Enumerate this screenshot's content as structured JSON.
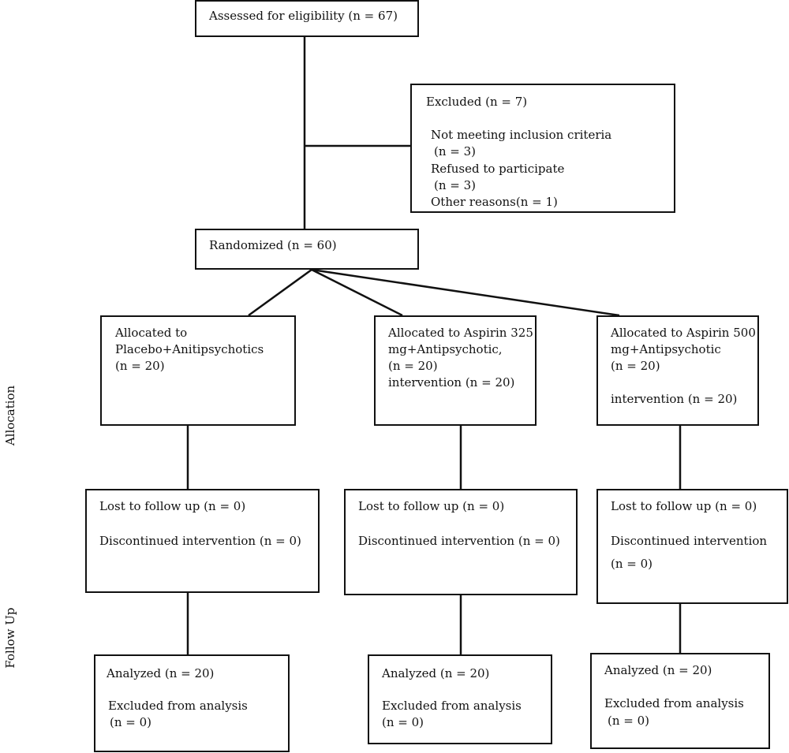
{
  "side_labels": {
    "allocation": "Allocation",
    "follow_up": "Follow Up"
  },
  "enrollment": {
    "assessed": "Assessed for eligibility (n = 67)",
    "excluded_title": "Excluded (n = 7)",
    "excluded_lines": [
      "Not meeting inclusion criteria",
      "(n = 3)",
      "Refused to participate",
      "(n = 3)",
      "Other reasons(n = 1)"
    ],
    "randomized": "Randomized (n = 60)"
  },
  "allocation": [
    {
      "lines": [
        "Allocated to",
        "Placebo+Anitipsychotics",
        "(n = 20)"
      ]
    },
    {
      "lines": [
        "Allocated to Aspirin 325",
        "mg+Antipsychotic,",
        "(n = 20)",
        "intervention (n = 20)"
      ]
    },
    {
      "lines": [
        "Allocated to Aspirin 500",
        "mg+Antipsychotic",
        "(n = 20)",
        "intervention (n = 20)"
      ]
    }
  ],
  "follow_up": [
    {
      "lost": "Lost to follow up  (n = 0)",
      "discontinued": "Discontinued intervention (n = 0)",
      "discontinued_n": ""
    },
    {
      "lost": "Lost to follow up (n = 0)",
      "discontinued": "Discontinued intervention (n = 0)",
      "discontinued_n": ""
    },
    {
      "lost": "Lost to follow up (n = 0)",
      "discontinued": "Discontinued intervention",
      "discontinued_n": "(n = 0)"
    }
  ],
  "analysis": [
    {
      "analyzed": "Analyzed (n = 20)",
      "excluded": "Excluded from analysis",
      "excluded_n": "(n = 0)"
    },
    {
      "analyzed": "Analyzed (n = 20)",
      "excluded": "Excluded from analysis",
      "excluded_n": "(n = 0)"
    },
    {
      "analyzed": "Analyzed (n = 20)",
      "excluded": "Excluded from analysis",
      "excluded_n": "(n = 0)"
    }
  ]
}
